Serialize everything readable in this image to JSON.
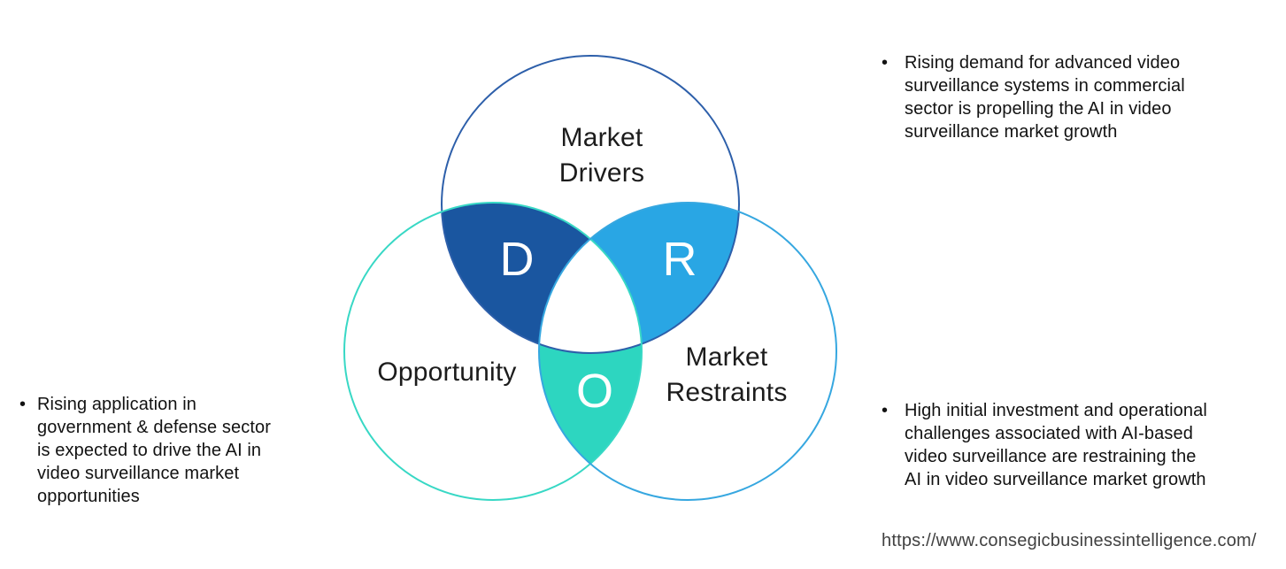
{
  "venn": {
    "circles": {
      "drivers": {
        "label": "Market\nDrivers",
        "stroke": "#2D5FAA"
      },
      "opportunity": {
        "label": "Opportunity",
        "stroke": "#38D8C5"
      },
      "restraints": {
        "label": "Market\nRestraints",
        "stroke": "#36A7E0"
      }
    },
    "regions": {
      "d": {
        "letter": "D",
        "color": "#1A56A0"
      },
      "r": {
        "letter": "R",
        "color": "#29A6E4"
      },
      "o": {
        "letter": "O",
        "color": "#2DD6C0"
      },
      "center_color": "#FFFFFF"
    }
  },
  "bullets": {
    "left": {
      "marker": "•",
      "text": "Rising application in\ngovernment & defense sector\nis expected to drive the AI in\nvideo surveillance market\nopportunities"
    },
    "right_top": {
      "marker": "•",
      "text": "Rising demand for advanced video\nsurveillance systems in commercial\nsector is propelling the AI in video\nsurveillance market growth"
    },
    "right_bottom": {
      "marker": "•",
      "text": "High initial investment and operational\nchallenges associated with AI-based\nvideo surveillance are restraining the\nAI in video surveillance market growth"
    }
  },
  "footer": {
    "url": "https://www.consegicbusinessintelligence.com/"
  }
}
